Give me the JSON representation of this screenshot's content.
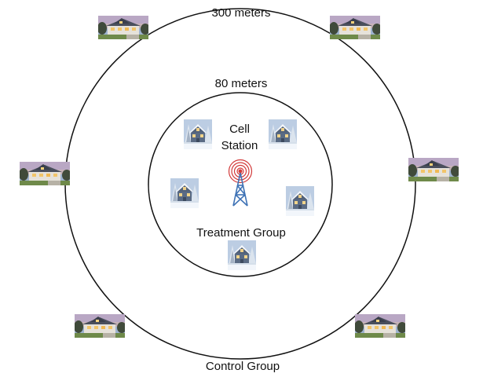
{
  "labels": {
    "outer_radius": "300 meters",
    "inner_radius": "80 meters",
    "station_line1": "Cell",
    "station_line2": "Station",
    "treatment": "Treatment Group",
    "control": "Control Group"
  },
  "icons": {
    "tower": "cell-tower-icon",
    "summer_house": "suburban-house-photo",
    "winter_house": "snowy-house-photo"
  },
  "colors": {
    "ring": "#111111",
    "signal": "#d23a3a",
    "tower": "#3e72b5"
  }
}
